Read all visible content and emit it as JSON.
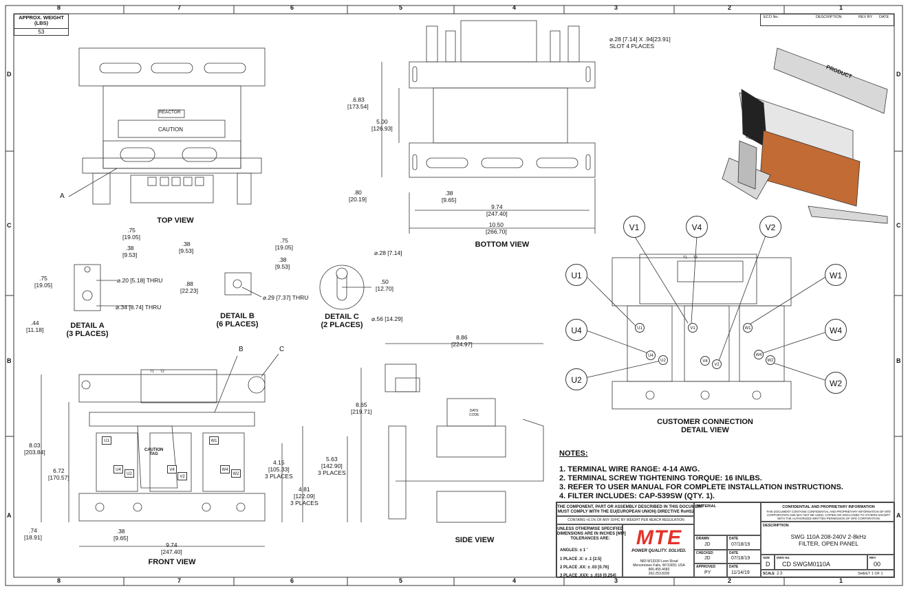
{
  "frame": {
    "cols": [
      "8",
      "7",
      "6",
      "5",
      "4",
      "3",
      "2",
      "1"
    ],
    "rows": [
      "D",
      "C",
      "B",
      "A"
    ]
  },
  "weight": {
    "header": "APPROX. WEIGHT\n(LBS)",
    "value": "53"
  },
  "rev_table": {
    "eco": "ECO No.",
    "desc": "DESCRIPTION",
    "revby": "REV BY",
    "date": "DATE"
  },
  "views": {
    "top": "TOP VIEW",
    "bottom": "BOTTOM VIEW",
    "front": "FRONT VIEW",
    "side": "SIDE VIEW",
    "customer": "CUSTOMER CONNECTION\nDETAIL VIEW",
    "detail_a": "DETAIL A\n(3 PLACES)",
    "detail_b": "DETAIL B\n(6 PLACES)",
    "detail_c": "DETAIL C\n(2 PLACES)"
  },
  "callouts": {
    "a": "A",
    "b": "B",
    "c": "C"
  },
  "labels": {
    "reactor": "REACTOR",
    "caution": "CAUTION",
    "caution_tag": "CAUTION\nTAG",
    "date_code": "DATE\nCODE",
    "product": "PRODUCT",
    "t1": "T1",
    "t2": "T2"
  },
  "dims": {
    "slot": "⌀.28 [7.14] X .94[23.91]\nSLOT 4 PLACES",
    "b_683": ".6.83\n[173.54]",
    "b_500": "5.00\n[126.93]",
    "b_080": ".80\n[20.19]",
    "b_038": ".38\n[9.65]",
    "b_974": "9.74\n[247.40]",
    "b_1050": "10.50\n[266.70]",
    "a_075": ".75\n[19.05]",
    "a_038": ".38\n[9.53]",
    "a_075b": ".75\n[19.05]",
    "a_044": ".44\n[11.18]",
    "a_thru1": "⌀.20 [5.18] THRU",
    "a_thru2": "⌀.34 [8.74] THRU",
    "db_038": ".38\n[9.53]",
    "db_075": ".75\n[19.05]",
    "db_038b": ".38\n[9.53]",
    "db_088": ".88\n[22.23]",
    "db_thru": "⌀.29 [7.37] THRU",
    "c_028": "⌀.28 [7.14]",
    "c_050": ".50\n[12.70]",
    "c_056": "⌀.56 [14.29]",
    "f_803": "8.03\n[203.84]",
    "f_672": "6.72\n[170.57]",
    "f_415": "4.15\n[105.33]\n3 PLACES",
    "f_481": "4.81\n[122.09]\n3 PLACES",
    "f_563": "5.63\n[142.90]\n3 PLACES",
    "f_074": ".74\n[18.91]",
    "f_038": ".38\n[9.65]",
    "f_974": "9.74\n[247.40]",
    "s_886": "8.86\n[224.97]",
    "s_865": "8.65\n[219.71]"
  },
  "terminals": {
    "big": [
      "V1",
      "V4",
      "V2",
      "U1",
      "W1",
      "U4",
      "W4",
      "U2",
      "W2"
    ],
    "small": [
      "U1",
      "V1",
      "W1",
      "U4",
      "U2",
      "V4",
      "V2",
      "W4",
      "W2"
    ]
  },
  "front_terms": [
    "U1",
    "W1",
    "U4",
    "U2",
    "V4",
    "V2",
    "W4",
    "W2"
  ],
  "notes": {
    "title": "NOTES:",
    "items": [
      "1.  TERMINAL WIRE RANGE: 4-14 AWG.",
      "2.  TERMINAL SCREW TIGHTENING TORQUE: 16 IN\\LBS.",
      "3.  REFER TO USER MANUAL FOR COMPLETE INSTALLATION INSTRUCTIONS.",
      "4.  FILTER INCLUDES: CAP-539SW (QTY. 1)."
    ]
  },
  "title_block": {
    "rohs": "THE COMPONENT, PART OR ASSEMBLY DESCRIBED IN THIS DOCUMENT\nMUST COMPLY WITH THE EU(EUROPEAN UNION) DIRECTIVE RoHS2",
    "svhc": "CONTAINS <0.1% OF ANY SVHC BY WEIGHT PER REACH REGULATION",
    "tol_head": "UNLESS OTHERWISE SPECIFIED\nDIMENSIONS ARE IN INCHES [MM]\nTOLERANCES ARE:",
    "angles": "ANGLES:  ±  1 ˚",
    "p1": "1 PLACE .X:  ±  .1 [2.5]",
    "p2": "2 PLACE .XX:  ±  .03 [0.76]",
    "p3": "3 PLACE .XXX:  ±  .010 [0.254]",
    "material": "MATERIAL",
    "logo": "MTE",
    "tagline": "POWER QUALITY. SOLVED.",
    "address": "N83 W13330 Leon Road\nMenomonee Falls, WI 53051 USA\n800.455.4683\n262.253.8200",
    "drawn_l": "DRAWN",
    "drawn_v": "JD",
    "date_l": "DATE",
    "drawn_d": "07/18/19",
    "checked_l": "CHECKED",
    "checked_v": "JD",
    "checked_d": "07/18/19",
    "approved_l": "APPROVED",
    "approved_v": "PY",
    "approved_d": "11/14/19",
    "conf_head": "CONFIDENTIAL AND PROPRIETARY INFORMATION",
    "conf_text": "THIS DOCUMENT CONTAINS CONFIDENTIAL AND PROPRIETARY INFORMATION OF MTE\nCORPORATION AND MAY NOT BE USED, COPIED OR DISCLOSED TO OTHERS EXCEPT\nWITH THE AUTHORIZED WRITTEN PERMISSION OF MTE CORPORATION",
    "desc_l": "DESCRIPTION",
    "desc_v": "SWG 110A 208-240V 2-8kHz\nFILTER, OPEN PANEL",
    "size_l": "SIZE",
    "size_v": "D",
    "dwg_l": "DWG No.",
    "dwg_v": "CD SWGM0110A",
    "rev_l": "REV",
    "rev_v": "00",
    "scale_l": "SCALE",
    "scale_v": "2:3",
    "sheet": "SHEET 1  OF 1"
  }
}
